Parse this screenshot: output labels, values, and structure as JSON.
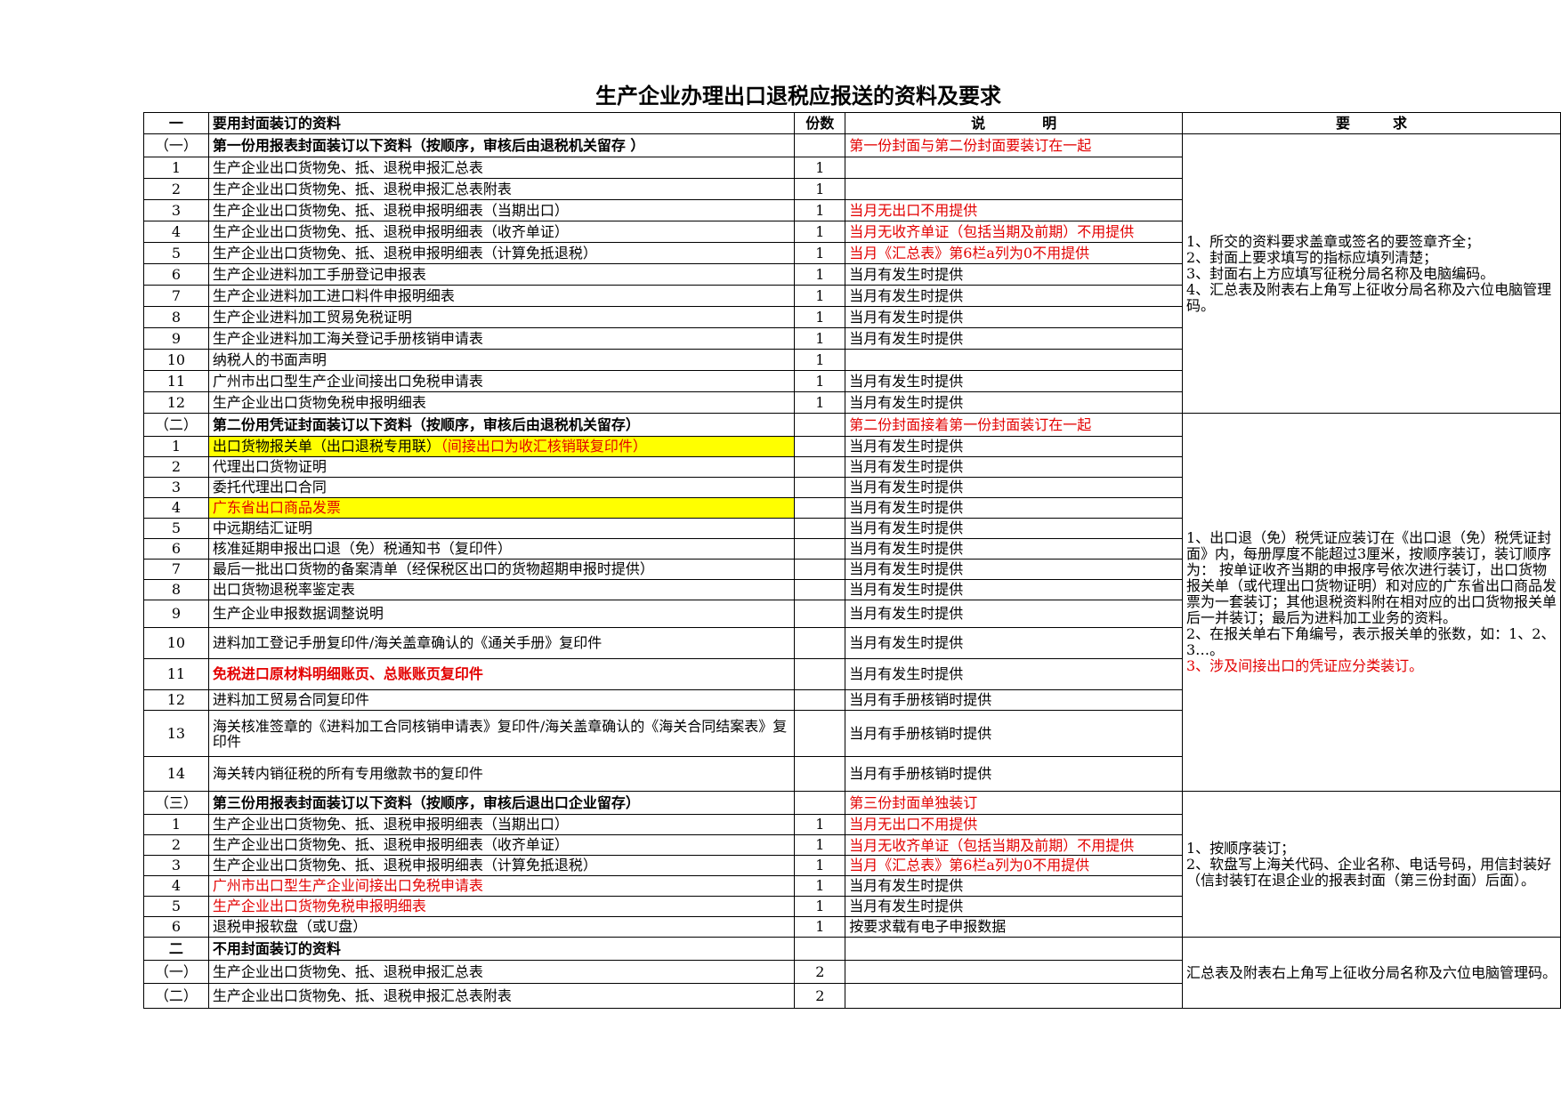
{
  "title": "生产企业办理出口退税应报送的资料及要求",
  "header": {
    "no": "一",
    "item": "要用封面装订的资料",
    "copies": "份数",
    "note": "说　　　　明",
    "requirement": "要　　　求"
  },
  "section1": {
    "no": "（一）",
    "title": "第一份用报表封面装订以下资料（按顺序，审核后由退税机关留存 ）",
    "note": "第一份封面与第二份封面要装订在一起",
    "requirement": "1、所交的资料要求盖章或签名的要签章齐全；\n2、封面上要求填写的指标应填列清楚；\n3、封面右上方应填写征税分局名称及电脑编码。\n4、汇总表及附表右上角写上征收分局名称及六位电脑管理码。",
    "rows": [
      {
        "no": "1",
        "item": "生产企业出口货物免、抵、退税申报汇总表",
        "copies": "1",
        "note": ""
      },
      {
        "no": "2",
        "item": "生产企业出口货物免、抵、退税申报汇总表附表",
        "copies": "1",
        "note": ""
      },
      {
        "no": "3",
        "item": "生产企业出口货物免、抵、退税申报明细表（当期出口）",
        "copies": "1",
        "note": "当月无出口不用提供"
      },
      {
        "no": "4",
        "item": "生产企业出口货物免、抵、退税申报明细表（收齐单证）",
        "copies": "1",
        "note": "当月无收齐单证（包括当期及前期）不用提供"
      },
      {
        "no": "5",
        "item": "生产企业出口货物免、抵、退税申报明细表（计算免抵退税）",
        "copies": "1",
        "note": "当月《汇总表》第6栏a列为0不用提供"
      },
      {
        "no": "6",
        "item": "生产企业进料加工手册登记申报表",
        "copies": "1",
        "note": "当月有发生时提供"
      },
      {
        "no": "7",
        "item": "生产企业进料加工进口料件申报明细表",
        "copies": "1",
        "note": "当月有发生时提供"
      },
      {
        "no": "8",
        "item": "生产企业进料加工贸易免税证明",
        "copies": "1",
        "note": "当月有发生时提供"
      },
      {
        "no": "9",
        "item": "生产企业进料加工海关登记手册核销申请表",
        "copies": "1",
        "note": "当月有发生时提供"
      },
      {
        "no": "10",
        "item": "纳税人的书面声明",
        "copies": "1",
        "note": ""
      },
      {
        "no": "11",
        "item": "广州市出口型生产企业间接出口免税申请表",
        "copies": "1",
        "note": "当月有发生时提供"
      },
      {
        "no": "12",
        "item": "生产企业出口货物免税申报明细表",
        "copies": "1",
        "note": "当月有发生时提供"
      }
    ]
  },
  "section2": {
    "no": "（二）",
    "title": "第二份用凭证封面装订以下资料（按顺序，审核后由退税机关留存）",
    "note": "第二份封面接着第一份封面装订在一起",
    "requirement_black": "1、出口退（免）税凭证应装订在《出口退（免）税凭证封面》内，每册厚度不能超过3厘米，按顺序装订，装订顺序为： 按单证收齐当期的申报序号依次进行装订，出口货物报关单（或代理出口货物证明）和对应的广东省出口商品发票为一套装订；其他退税资料附在相对应的出口货物报关单后一并装订；最后为进料加工业务的资料。\n2、在报关单右下角编号，表示报关单的张数，如：1、2、3…。",
    "requirement_red": "3、涉及间接出口的凭证应分类装订。",
    "row1_item": "出口货物报关单（出口退税专用联）",
    "row1_item_red": "（间接出口为收汇核销联复印件）",
    "rows": [
      {
        "no": "1",
        "item": "",
        "note": "当月有发生时提供"
      },
      {
        "no": "2",
        "item": "代理出口货物证明",
        "note": "当月有发生时提供"
      },
      {
        "no": "3",
        "item": "委托代理出口合同",
        "note": "当月有发生时提供"
      },
      {
        "no": "4",
        "item": "广东省出口商品发票",
        "note": "当月有发生时提供"
      },
      {
        "no": "5",
        "item": "中远期结汇证明",
        "note": "当月有发生时提供"
      },
      {
        "no": "6",
        "item": "核准延期申报出口退（免）税通知书（复印件）",
        "note": "当月有发生时提供"
      },
      {
        "no": "7",
        "item": "最后一批出口货物的备案清单（经保税区出口的货物超期申报时提供）",
        "note": "当月有发生时提供"
      },
      {
        "no": "8",
        "item": "出口货物退税率鉴定表",
        "note": "当月有发生时提供"
      },
      {
        "no": "9",
        "item": "生产企业申报数据调整说明",
        "note": "当月有发生时提供"
      },
      {
        "no": "10",
        "item": "进料加工登记手册复印件/海关盖章确认的《通关手册》复印件",
        "note": "当月有发生时提供"
      },
      {
        "no": "11",
        "item": "免税进口原材料明细账页、总账账页复印件",
        "note": "当月有发生时提供"
      },
      {
        "no": "12",
        "item": "进料加工贸易合同复印件",
        "note": "当月有手册核销时提供"
      },
      {
        "no": "13",
        "item": "海关核准签章的《进料加工合同核销申请表》复印件/海关盖章确认的《海关合同结案表》复印件",
        "note": "当月有手册核销时提供"
      },
      {
        "no": "14",
        "item": "海关转内销征税的所有专用缴款书的复印件",
        "note": "当月有手册核销时提供"
      }
    ]
  },
  "section3": {
    "no": "（三）",
    "title": "第三份用报表封面装订以下资料（按顺序，审核后退出口企业留存）",
    "note": "第三份封面单独装订",
    "requirement": "1、按顺序装订；\n2、软盘写上海关代码、企业名称、电话号码，用信封装好（信封装钉在退企业的报表封面（第三份封面）后面）。",
    "rows": [
      {
        "no": "1",
        "item": "生产企业出口货物免、抵、退税申报明细表（当期出口）",
        "copies": "1",
        "note": "当月无出口不用提供"
      },
      {
        "no": "2",
        "item": "生产企业出口货物免、抵、退税申报明细表（收齐单证）",
        "copies": "1",
        "note": "当月无收齐单证（包括当期及前期）不用提供"
      },
      {
        "no": "3",
        "item": "生产企业出口货物免、抵、退税申报明细表（计算免抵退税）",
        "copies": "1",
        "note": "当月《汇总表》第6栏a列为0不用提供"
      },
      {
        "no": "4",
        "item": "广州市出口型生产企业间接出口免税申请表",
        "copies": "1",
        "note": "当月有发生时提供"
      },
      {
        "no": "5",
        "item": "生产企业出口货物免税申报明细表",
        "copies": "1",
        "note": "当月有发生时提供"
      },
      {
        "no": "6",
        "item": "退税申报软盘（或U盘）",
        "copies": "1",
        "note": "按要求载有电子申报数据"
      }
    ]
  },
  "part2": {
    "no": "二",
    "title": "不用封面装订的资料",
    "requirement": "汇总表及附表右上角写上征收分局名称及六位电脑管理码。",
    "rows": [
      {
        "no": "（一）",
        "item": "生产企业出口货物免、抵、退税申报汇总表",
        "copies": "2"
      },
      {
        "no": "（二）",
        "item": "生产企业出口货物免、抵、退税申报汇总表附表",
        "copies": "2"
      }
    ]
  }
}
